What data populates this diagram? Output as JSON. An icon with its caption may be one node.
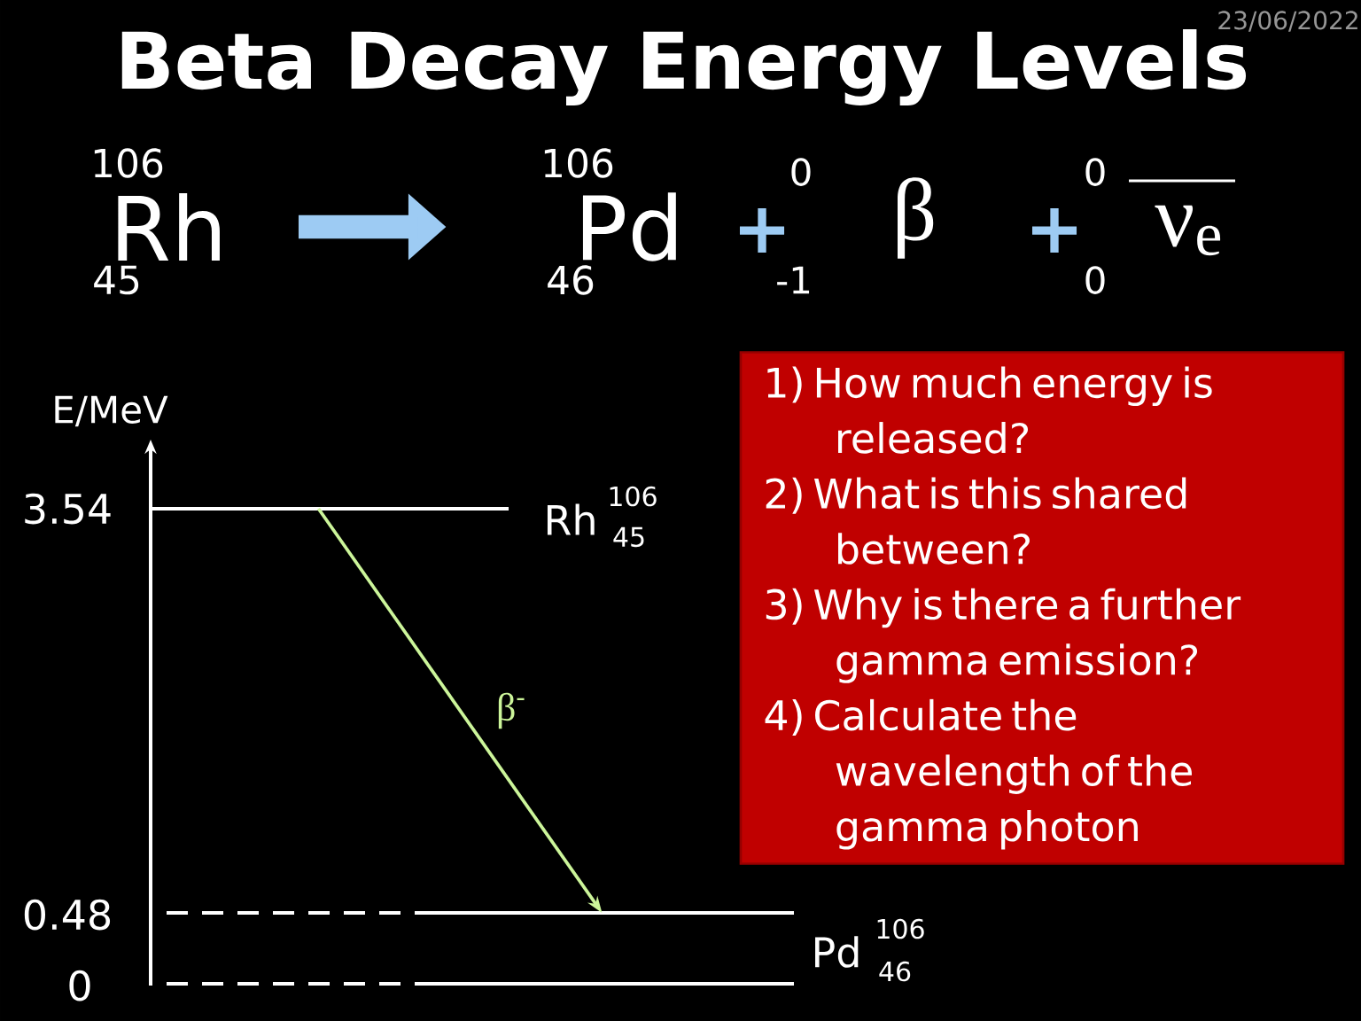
{
  "diagram": {
    "title": "Beta Decay Energy Levels",
    "nodes": [
      {
        "text": [
          "Rh"
        ],
        "beside": [
          "106",
          "45"
        ]
      },
      {
        "text": [
          "Pd"
        ],
        "beside": [
          "106",
          "46"
        ]
      },
      {
        "text": [],
        "shape": "bar"
      },
      {
        "text": [],
        "shape": "bar"
      },
      {
        "text": [],
        "shape": "bar"
      },
      {
        "text": [
          "1) How much energy is released?",
          "2) What is this shared between?",
          "3) Why is there a further gamma emission?",
          "4) Calculate the wavelength of the gamma photon"
        ]
      }
    ],
    "edges": [
      {
        "from": 0,
        "to": 1,
        "arrow": "to",
        "style": "thick",
        "color": "#9dcbf3"
      },
      {
        "from": 2,
        "to": 3,
        "arrow": "to",
        "label": "β$^{-}$",
        "color": "#ccf59a"
      }
    ],
    "labels": [
      "23/06/2022",
      "+",
      "0",
      "-1",
      "β",
      "+",
      "0",
      "0",
      "ν$_{e}$",
      "E/MeV",
      "3.54",
      "Rh",
      "106",
      "45",
      "0.48",
      "Pd",
      "106",
      "46",
      "0"
    ]
  }
}
